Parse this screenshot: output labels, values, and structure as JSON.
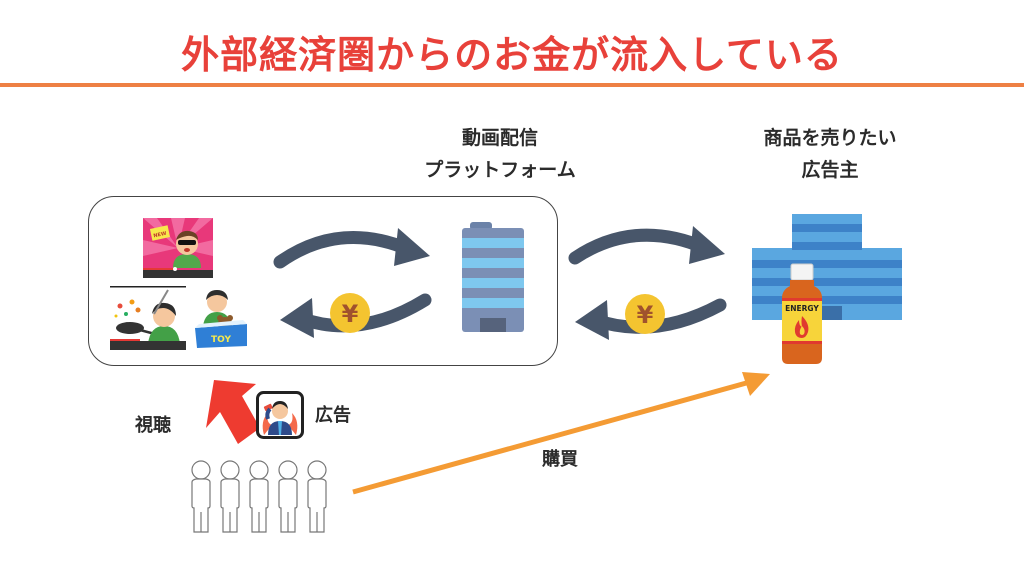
{
  "title": "外部経済圏からのお金が流入している",
  "colors": {
    "title": "#e8413a",
    "rule": "#ee8044",
    "cycle_arrow": "#48566a",
    "yen_coin": "#f4c430",
    "yen_symbol": "#a0522d",
    "view_arrow": "#ee3b30",
    "purchase_arrow": "#f49b34",
    "building_light": "#7ec8ef",
    "building_dark": "#7b8fb5"
  },
  "nodes": {
    "platform": {
      "label_line1": "動画配信",
      "label_line2": "プラットフォーム",
      "icon": "office-building-icon"
    },
    "advertiser": {
      "label_line1": "商品を売りたい",
      "label_line2": "広告主",
      "icon": "company-building-icon",
      "product_label": "ENERGY"
    },
    "creators": {
      "thumbnails": [
        {
          "icon": "video-thumbnail-new-product-icon",
          "badge": "NEW"
        },
        {
          "icon": "video-thumbnail-cooking-icon"
        },
        {
          "icon": "toy-review-icon",
          "badge": "TOY"
        }
      ]
    },
    "viewers": {
      "count": 5,
      "icon": "person-outline-icon"
    }
  },
  "flows": {
    "creator_platform": {
      "coin_symbol": "¥"
    },
    "platform_advertiser": {
      "coin_symbol": "¥"
    },
    "view_label": "視聴",
    "ad_label": "広告",
    "purchase_label": "購買"
  }
}
